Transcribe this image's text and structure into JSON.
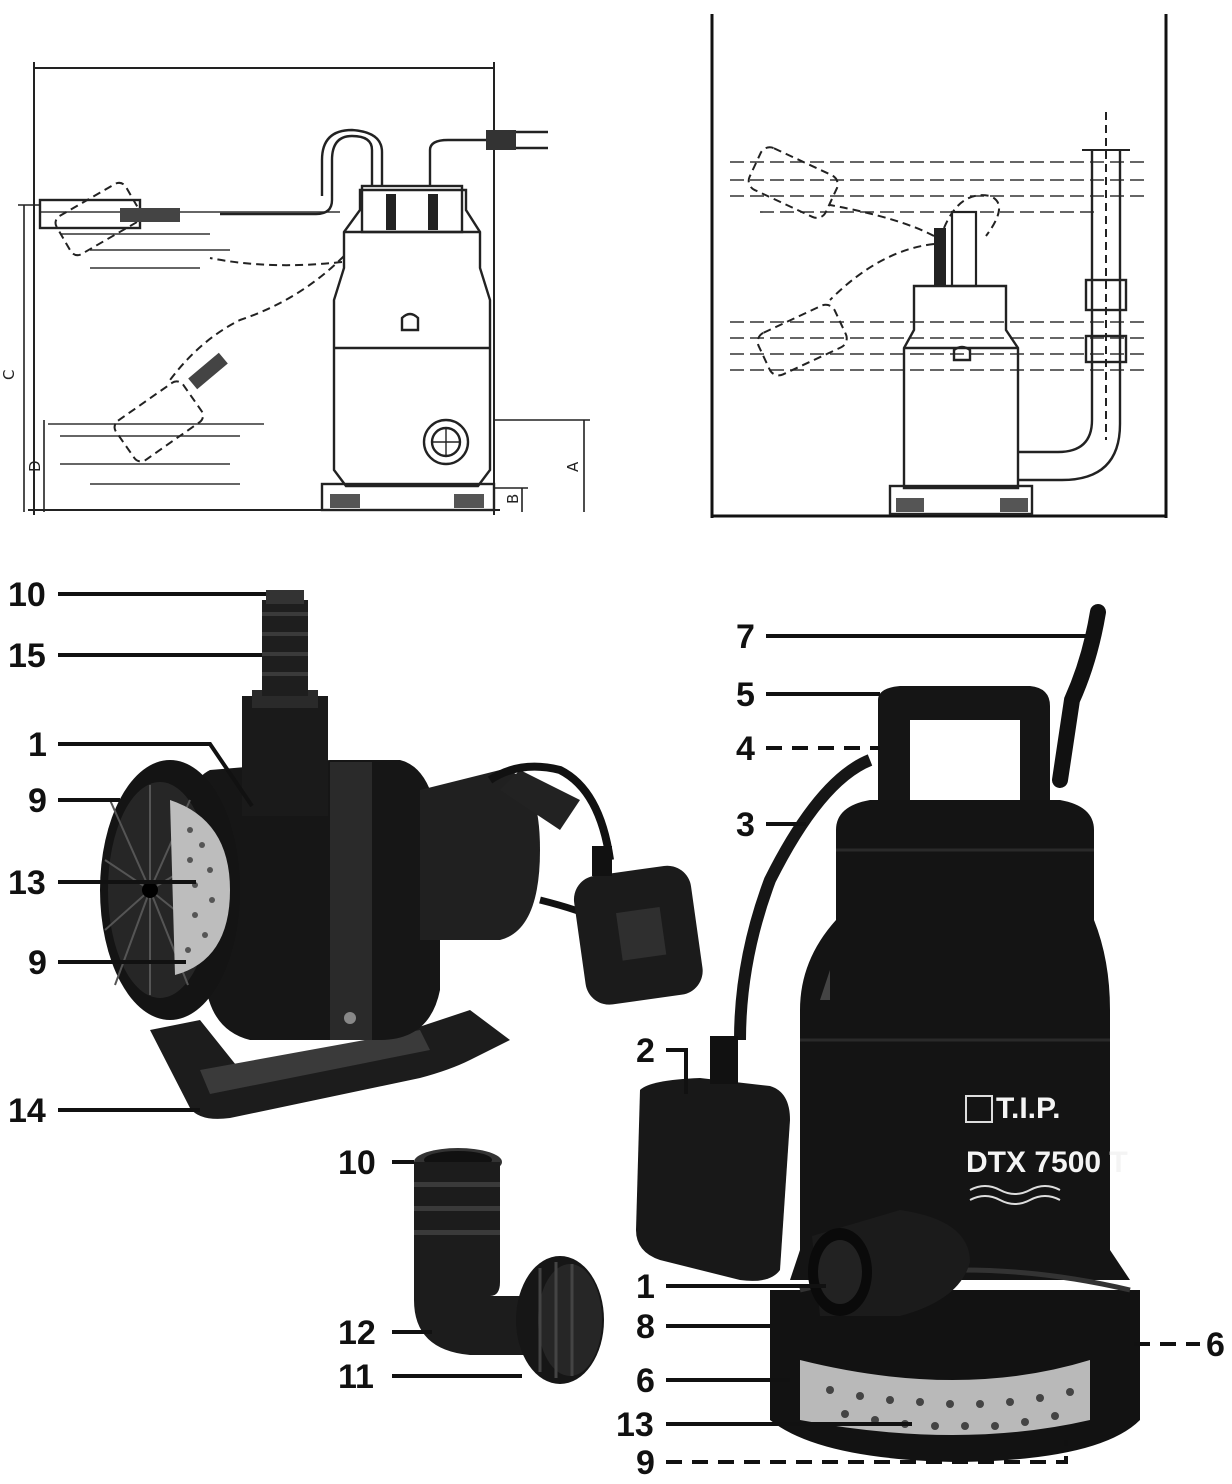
{
  "dimensions": {
    "a": "A",
    "b": "B",
    "c": "C",
    "d": "D"
  },
  "callouts": {
    "pond_pump": {
      "outlet_thread": "10",
      "hose_adapter": "15",
      "pressure_port": "1",
      "filter_cover_top": "9",
      "filter_screen": "13",
      "filter_cover_bottom": "9",
      "base_stand": "14"
    },
    "elbow_fitting": {
      "hose_end": "10",
      "elbow": "12",
      "union_nut": "11"
    },
    "submersible_pump": {
      "power_cable": "7",
      "carry_handle": "5",
      "float_holder": "4",
      "float_switch_cable": "3",
      "float_switch": "2",
      "outlet_port": "1",
      "pump_housing": "8",
      "base_foot_left": "6",
      "base_foot_right": "6",
      "filter_basket": "13",
      "filter_bottom": "9"
    }
  },
  "branding": {
    "brand": "T.I.P.",
    "model": "DTX 7500 T"
  }
}
